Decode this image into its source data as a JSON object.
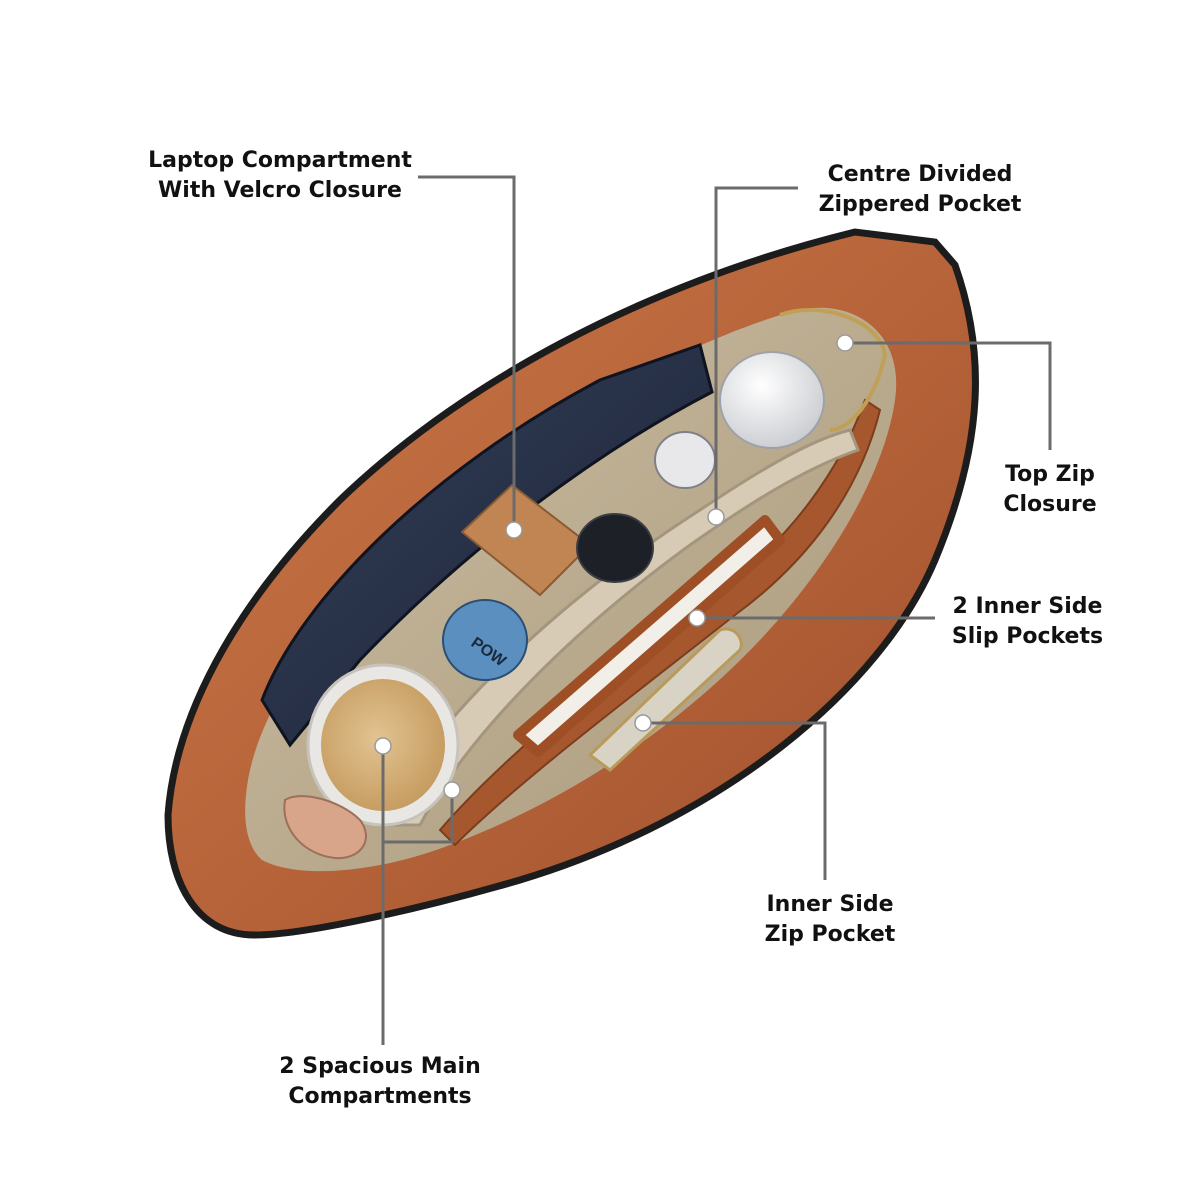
{
  "callouts": {
    "laptop": {
      "line1": "Laptop Compartment",
      "line2": "With Velcro Closure"
    },
    "centre": {
      "line1": "Centre Divided",
      "line2": "Zippered Pocket"
    },
    "top_zip": {
      "line1": "Top Zip",
      "line2": "Closure"
    },
    "slip": {
      "line1": "2 Inner Side",
      "line2": "Slip Pockets"
    },
    "inner_zip": {
      "line1": "Inner Side",
      "line2": "Zip Pocket"
    },
    "main": {
      "line1": "2 Spacious Main",
      "line2": "Compartments"
    }
  },
  "product_labels": {
    "bottle_text": "POW"
  },
  "colors": {
    "bag_leather": "#b8643a",
    "bag_edge": "#1c1c1c",
    "lining": "#c2b59b",
    "callout_line": "#6b6b6b",
    "dot": "#ffffff"
  }
}
